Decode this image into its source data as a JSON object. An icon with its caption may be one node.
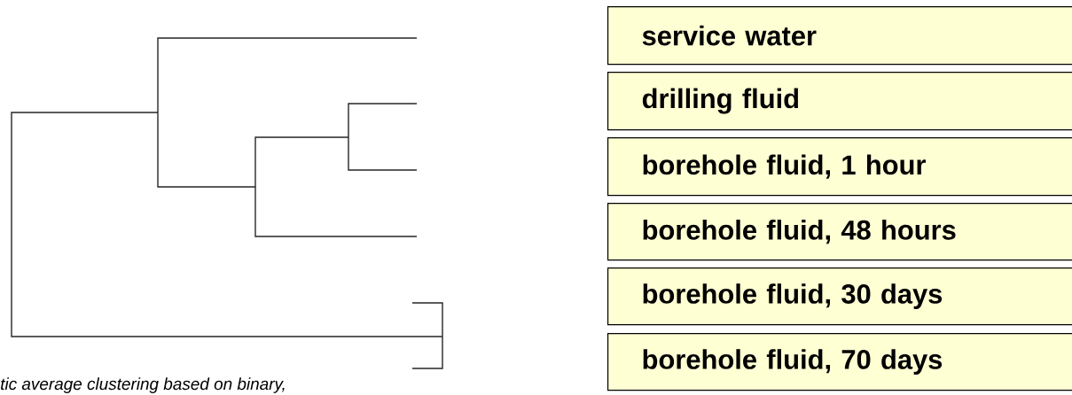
{
  "diagram": {
    "nodes": [
      {
        "text": [
          "service water"
        ]
      },
      {
        "text": [
          "drilling fluid"
        ]
      },
      {
        "text": [
          "borehole fluid, 1 hour"
        ]
      },
      {
        "text": [
          "borehole fluid, 48 hours"
        ]
      },
      {
        "text": [
          "borehole fluid, 30 days"
        ]
      },
      {
        "text": [
          "borehole fluid, 70 days"
        ]
      }
    ],
    "labels": [
      "tic average clustering based on binary,"
    ]
  }
}
